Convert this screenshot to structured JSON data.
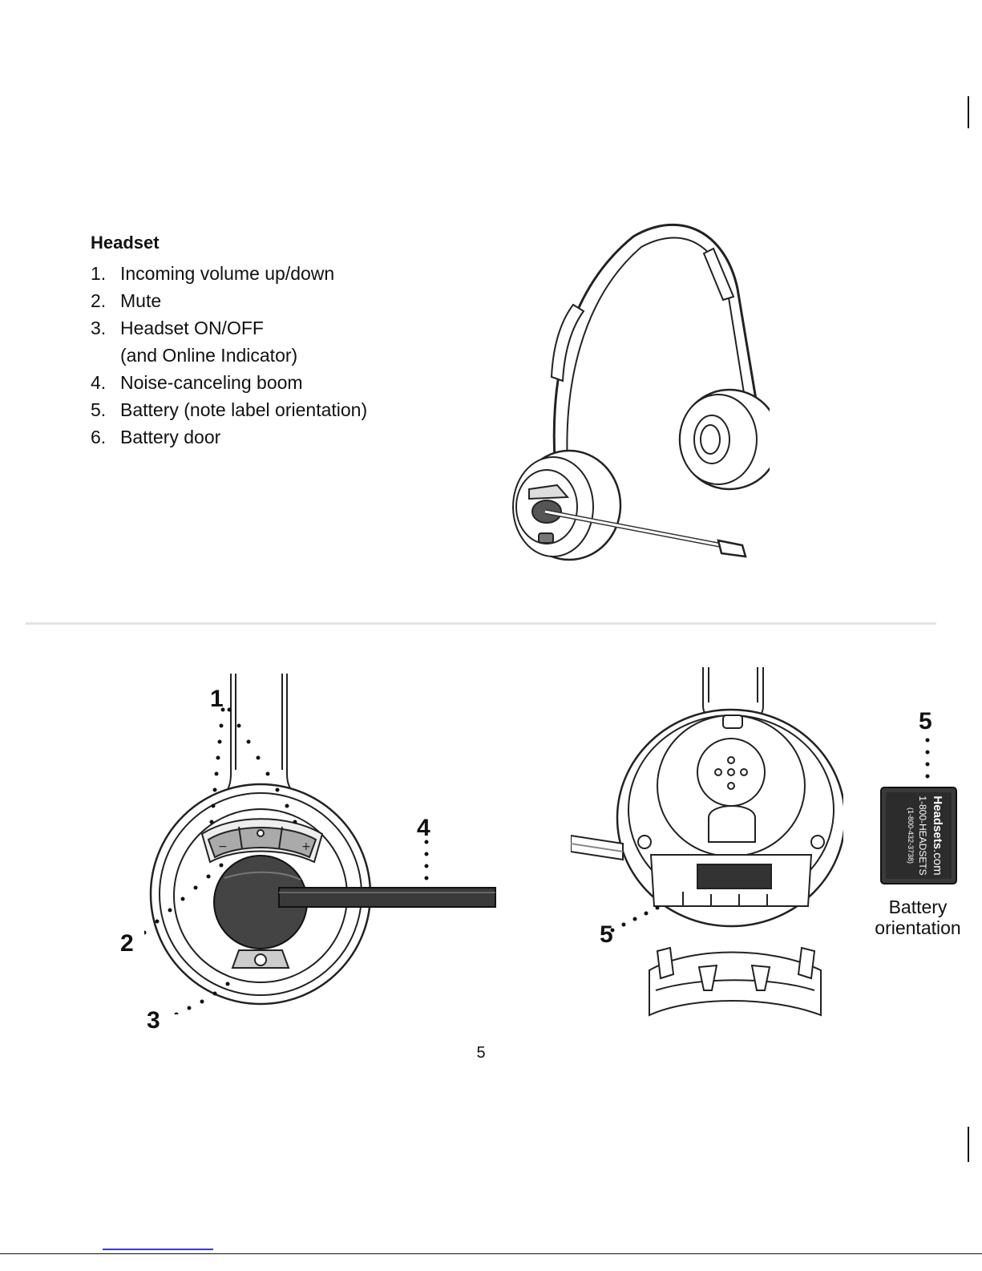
{
  "section": {
    "title": "Headset",
    "items": [
      {
        "number": "1.",
        "text": "Incoming volume up/down",
        "subtext": ""
      },
      {
        "number": "2.",
        "text": "Mute",
        "subtext": ""
      },
      {
        "number": "3.",
        "text": "Headset ON/OFF",
        "subtext": "(and Online Indicator)"
      },
      {
        "number": "4.",
        "text": "Noise-canceling boom",
        "subtext": ""
      },
      {
        "number": "5.",
        "text": "Battery (note label orientation)",
        "subtext": ""
      },
      {
        "number": "6.",
        "text": "Battery door",
        "subtext": ""
      }
    ]
  },
  "callouts": {
    "volume": "1",
    "mute": "2",
    "power": "3",
    "boom": "4",
    "battery_inside": "5",
    "battery_pack": "5"
  },
  "battery_label": {
    "brand": "Headsets",
    "brand_suffix": ".com",
    "phone": "1-800-HEADSETS",
    "phone_numeric": "(1-800-432-3738)"
  },
  "battery_caption": "Battery orientation",
  "page_number": "5"
}
